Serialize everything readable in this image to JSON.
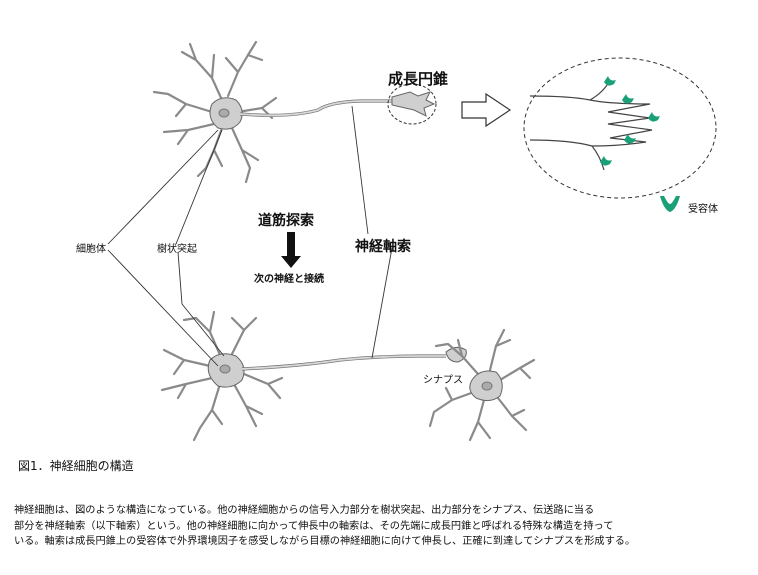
{
  "labels": {
    "cell_body": "細胞体",
    "dendrite": "樹状突起",
    "growth_cone": "成長円錐",
    "path_finding": "道筋探索",
    "connect_next": "次の神経と接続",
    "axon": "神経軸索",
    "synapse": "シナプス",
    "receptor": "受容体"
  },
  "caption": "図1．神経細胞の構造",
  "description": [
    "神経細胞は、図のような構造になっている。他の神経細胞からの信号入力部分を樹状突起、出力部分をシナプス、伝送路に当る",
    "部分を神経軸索（以下軸索）という。他の神経細胞に向かって伸長中の軸索は、その先端に成長円錐と呼ばれる特殊な構造を持って",
    "いる。軸索は成長円錐上の受容体で外界環境因子を感受しながら目標の神経細胞に向けて伸長し、正確に到達してシナプスを形成する。"
  ],
  "colors": {
    "receptor": "#1aa078",
    "neuron": "#cfcfcf",
    "outline": "#666666"
  }
}
